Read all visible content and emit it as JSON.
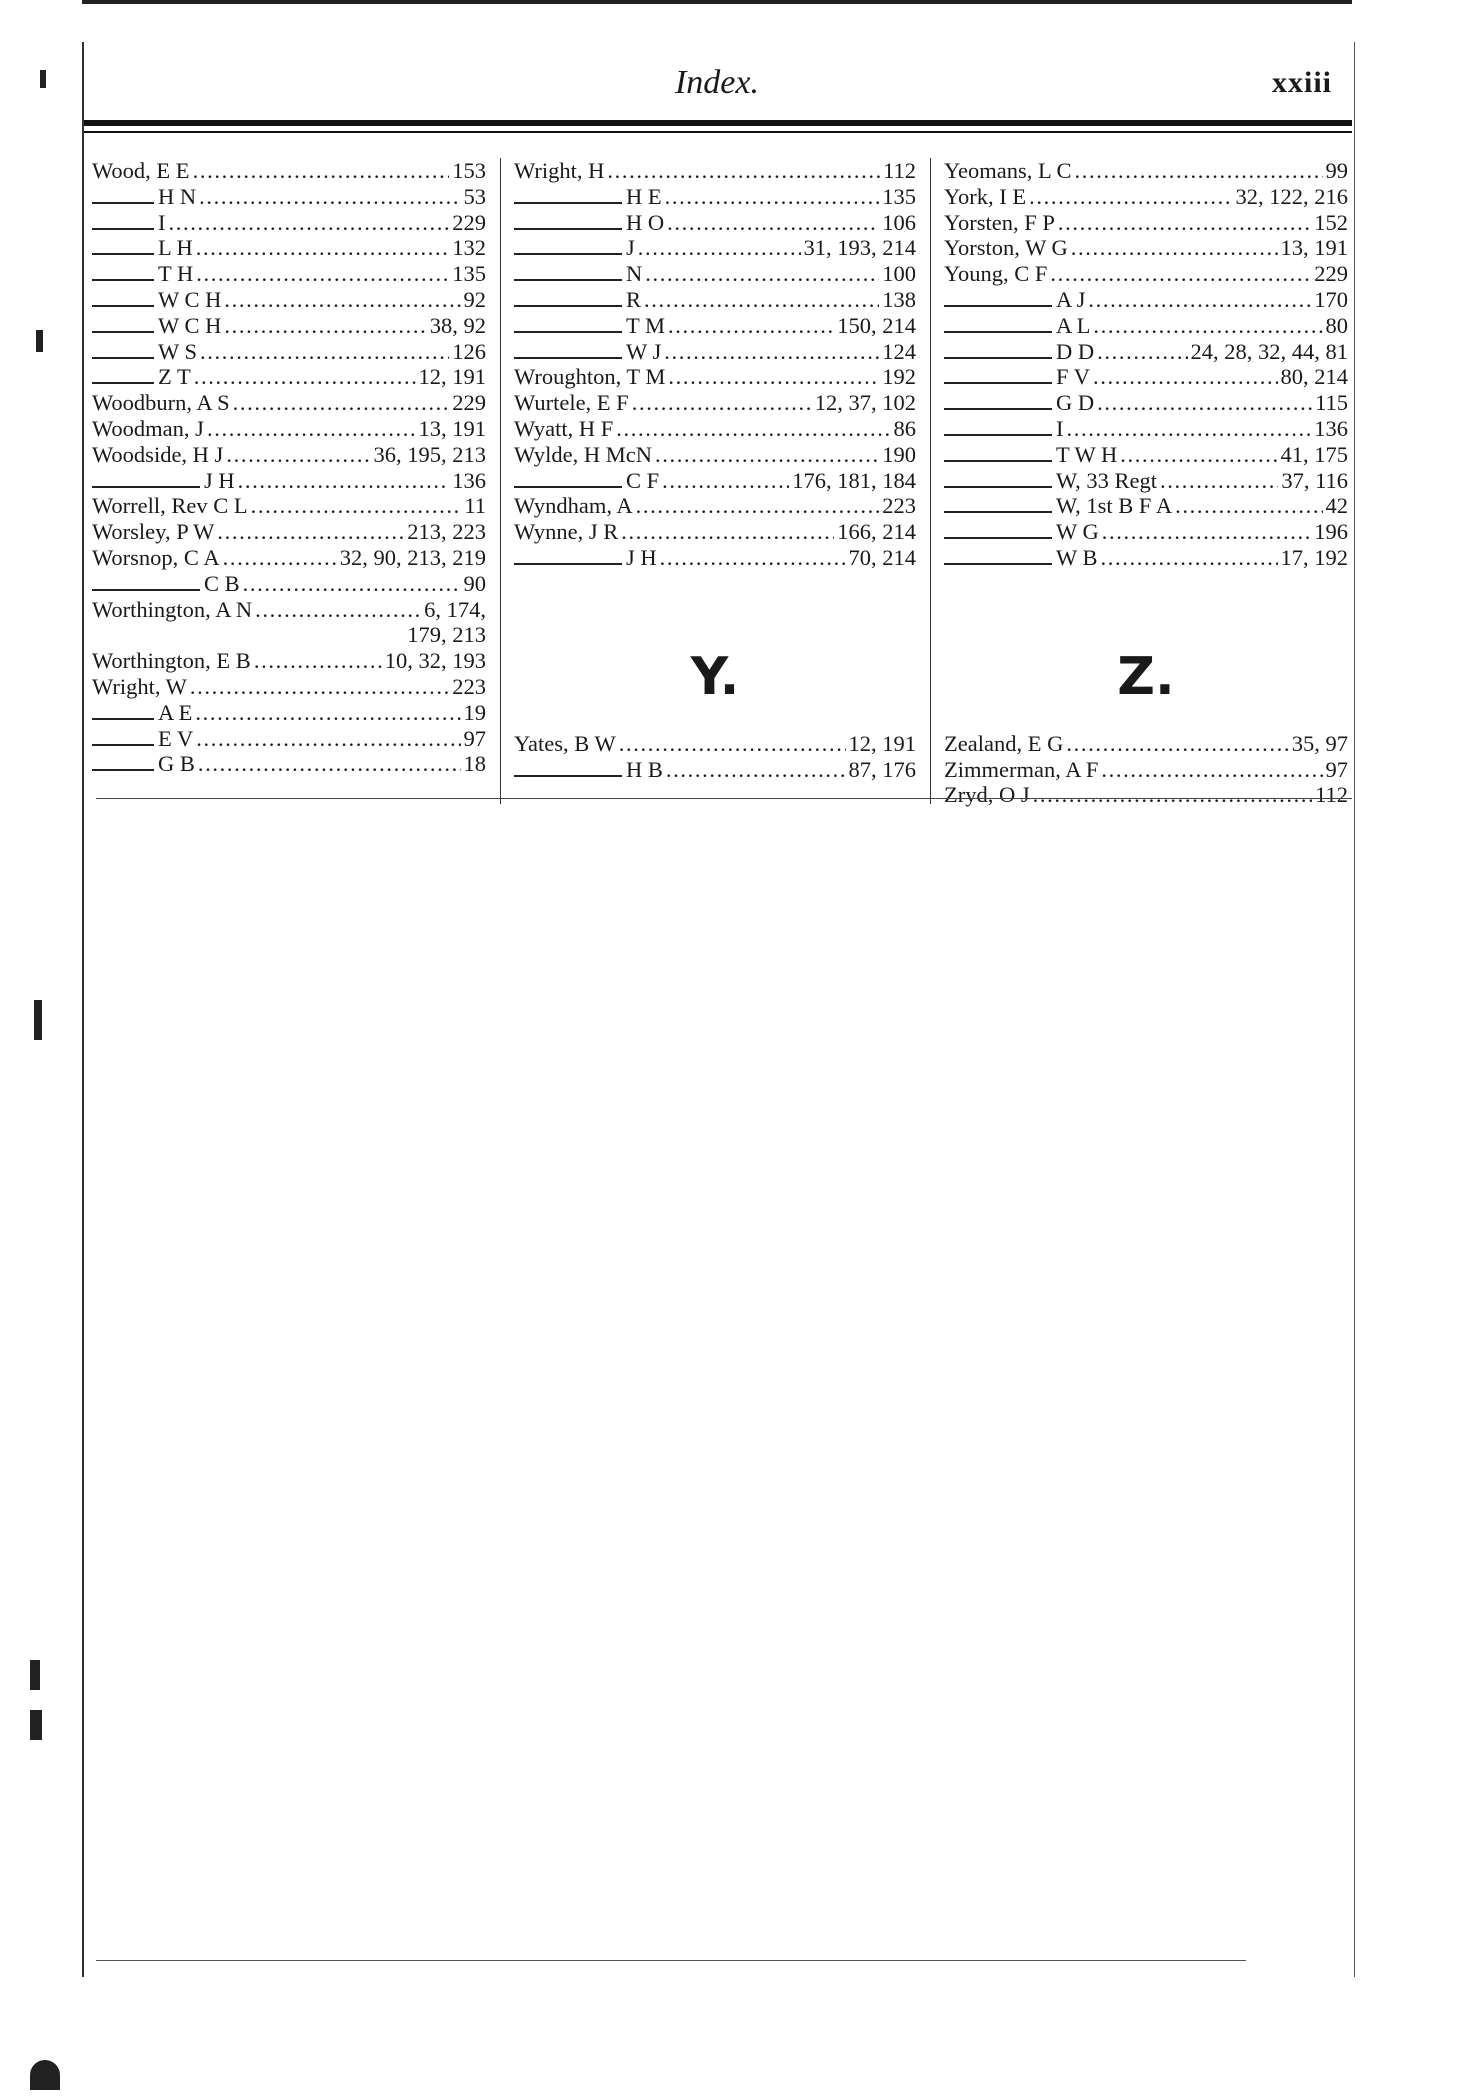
{
  "header": {
    "title": "Index.",
    "page": "xxiii"
  },
  "columns": [
    {
      "entries": [
        {
          "name": "Wood, E E",
          "pages": "153"
        },
        {
          "indent": 1,
          "name": "H N",
          "pages": "53"
        },
        {
          "indent": 1,
          "name": "I",
          "pages": "229"
        },
        {
          "indent": 1,
          "name": "L H",
          "pages": "132"
        },
        {
          "indent": 1,
          "name": "T H",
          "pages": "135"
        },
        {
          "indent": 1,
          "name": "W C H",
          "pages": "92"
        },
        {
          "indent": 1,
          "name": "W C H",
          "pages": "38,  92"
        },
        {
          "indent": 1,
          "name": "W S",
          "pages": "126"
        },
        {
          "indent": 1,
          "name": "Z T",
          "pages": "12, 191"
        },
        {
          "name": "Woodburn, A S",
          "pages": "229"
        },
        {
          "name": "Woodman, J",
          "pages": "13, 191"
        },
        {
          "name": "Woodside, H J",
          "pages": "36, 195, 213"
        },
        {
          "indent": 2,
          "name": "J H",
          "pages": "136"
        },
        {
          "name": "Worrell, Rev C L",
          "pages": "11"
        },
        {
          "name": "Worsley, P W",
          "pages": "213, 223"
        },
        {
          "name": "Worsnop, C A",
          "pages": "32, 90, 213, 219"
        },
        {
          "indent": 2,
          "name": "C B",
          "pages": "90"
        },
        {
          "name": "Worthington, A N",
          "pages": "6, 174,"
        },
        {
          "cont": true,
          "name": "",
          "pages": "179, 213"
        },
        {
          "name": "Worthington, E B",
          "pages": "10, 32, 193"
        },
        {
          "name": "Wright, W",
          "pages": "223"
        },
        {
          "indent": 1,
          "name": "A E",
          "pages": "19"
        },
        {
          "indent": 1,
          "name": "E V",
          "pages": "97"
        },
        {
          "indent": 1,
          "name": "G B",
          "pages": "18"
        }
      ]
    },
    {
      "entries": [
        {
          "name": "Wright, H",
          "pages": "112"
        },
        {
          "indent": 2,
          "name": "H E",
          "pages": "135"
        },
        {
          "indent": 2,
          "name": "H O",
          "pages": "106"
        },
        {
          "indent": 2,
          "name": "J",
          "pages": "31, 193, 214"
        },
        {
          "indent": 2,
          "name": "N",
          "pages": "100"
        },
        {
          "indent": 2,
          "name": "R",
          "pages": "138"
        },
        {
          "indent": 2,
          "name": "T M",
          "pages": "150, 214"
        },
        {
          "indent": 2,
          "name": "W J",
          "pages": "124"
        },
        {
          "name": "Wroughton, T M",
          "pages": "192"
        },
        {
          "name": "Wurtele, E F",
          "pages": "12,  37, 102"
        },
        {
          "name": "Wyatt, H F",
          "pages": "86"
        },
        {
          "name": "Wylde, H McN",
          "pages": "190"
        },
        {
          "indent": 2,
          "name": "C F",
          "pages": "176, 181, 184"
        },
        {
          "name": "Wyndham, A",
          "pages": "223"
        },
        {
          "name": "Wynne, J R",
          "pages": "166, 214"
        },
        {
          "indent": 2,
          "name": "J H",
          "pages": "70, 214"
        }
      ],
      "letter": "Y.",
      "after": [
        {
          "name": "Yates, B W",
          "pages": "12, 191"
        },
        {
          "indent": 2,
          "name": "H B",
          "pages": "87, 176"
        }
      ]
    },
    {
      "entries": [
        {
          "name": "Yeomans, L C",
          "pages": "99"
        },
        {
          "name": "York, I E",
          "pages": "32, 122, 216"
        },
        {
          "name": "Yorsten, F P",
          "pages": "152"
        },
        {
          "name": "Yorston, W G",
          "pages": "13, 191"
        },
        {
          "name": "Young, C F",
          "pages": "229"
        },
        {
          "indent": 2,
          "name": "A J",
          "pages": "170"
        },
        {
          "indent": 2,
          "name": "A L",
          "pages": "80"
        },
        {
          "indent": 2,
          "name": "D D",
          "pages": "24, 28, 32, 44, 81"
        },
        {
          "indent": 2,
          "name": "F V",
          "pages": "80, 214"
        },
        {
          "indent": 2,
          "name": "G D",
          "pages": "115"
        },
        {
          "indent": 2,
          "name": "I",
          "pages": "136"
        },
        {
          "indent": 2,
          "name": "T W H",
          "pages": "41, 175"
        },
        {
          "indent": 2,
          "name": "W, 33 Regt",
          "pages": "37, 116"
        },
        {
          "indent": 2,
          "name": "W, 1st B F A",
          "pages": "42"
        },
        {
          "indent": 2,
          "name": "W G",
          "pages": "196"
        },
        {
          "indent": 2,
          "name": "W B",
          "pages": "17, 192"
        }
      ],
      "letter": "Z.",
      "after": [
        {
          "name": "Zealand, E G",
          "pages": "35,  97"
        },
        {
          "name": "Zimmerman, A F",
          "pages": "97"
        },
        {
          "name": "Zryd, O J",
          "pages": "112"
        }
      ]
    }
  ]
}
